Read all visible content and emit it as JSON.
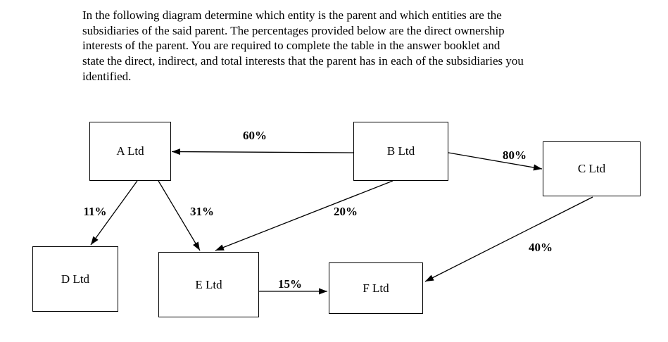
{
  "intro": {
    "lines": [
      "In the following diagram determine which entity is the parent and which entities are the",
      "subsidiaries of the said parent. The percentages provided below are the direct ownership",
      "interests of the parent. You are required to complete the table in the answer booklet and",
      "state the direct, indirect, and total interests that the parent has in each of the subsidiaries you",
      "identified."
    ]
  },
  "diagram": {
    "entities": [
      {
        "label": "A Ltd"
      },
      {
        "label": "B Ltd"
      },
      {
        "label": "C Ltd"
      },
      {
        "label": "D Ltd"
      },
      {
        "label": "E Ltd"
      },
      {
        "label": "F Ltd"
      }
    ],
    "ownerships": [
      {
        "owner": "B Ltd",
        "subsidiary": "A Ltd",
        "percent": "60%"
      },
      {
        "owner": "B Ltd",
        "subsidiary": "C Ltd",
        "percent": "80%"
      },
      {
        "owner": "A Ltd",
        "subsidiary": "D Ltd",
        "percent": "11%"
      },
      {
        "owner": "A Ltd",
        "subsidiary": "E Ltd",
        "percent": "31%"
      },
      {
        "owner": "B Ltd",
        "subsidiary": "E Ltd",
        "percent": "20%"
      },
      {
        "owner": "E Ltd",
        "subsidiary": "F Ltd",
        "percent": "15%"
      },
      {
        "owner": "C Ltd",
        "subsidiary": "F Ltd",
        "percent": "40%"
      }
    ],
    "colors": {
      "background": "#ffffff",
      "line": "#000000",
      "box_border": "#000000",
      "text": "#000000"
    }
  }
}
